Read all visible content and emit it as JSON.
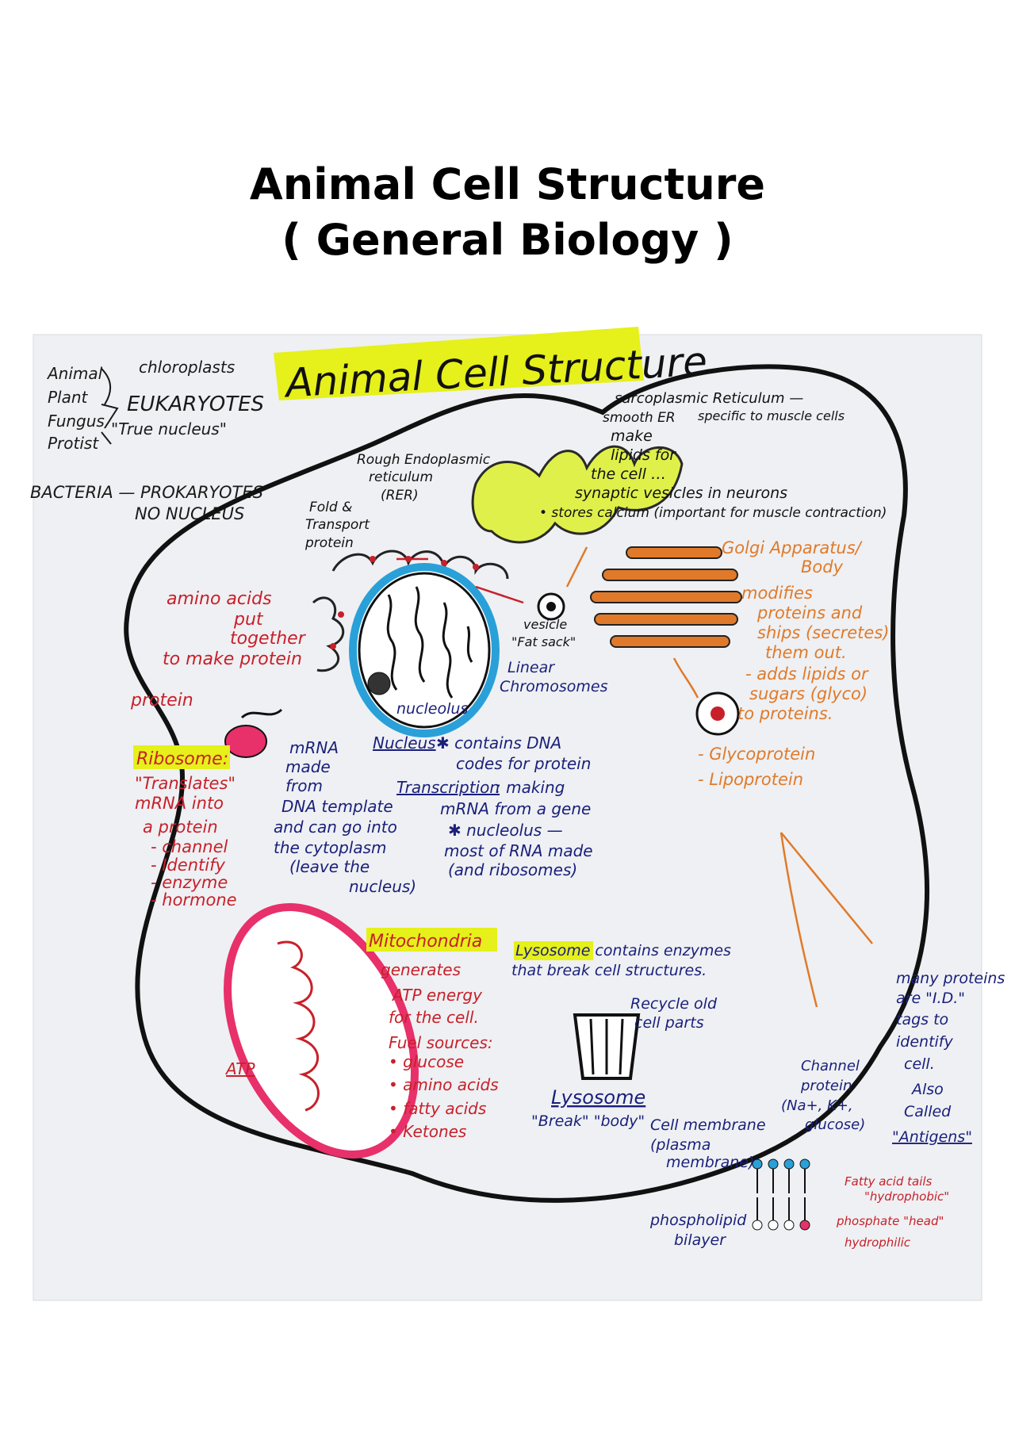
{
  "page": {
    "title_line1": "Animal Cell Structure",
    "title_line2": "( General Biology )"
  },
  "poster": {
    "heading": "Animal Cell Structure",
    "classification": {
      "groups": [
        "Animal",
        "Plant",
        "Fungus",
        "Protist"
      ],
      "chloroplasts": "chloroplasts",
      "eukaryotes": "EUKARYOTES",
      "true_nucleus": "\"True nucleus\"",
      "bacteria": "BACTERIA — PROKARYOTES",
      "no_nucleus": "NO NUCLEUS"
    },
    "labels": {
      "sarcoplasmic": "sarcoplasmic Reticulum —",
      "specific_muscle": "specific to muscle cells",
      "smooth_er": "smooth ER",
      "make_lipids": [
        "make",
        "lipids for",
        "the cell …"
      ],
      "synaptic": "synaptic vesicles in neurons",
      "stores_calcium": "• stores calcium (important for muscle contraction)",
      "rough_er": [
        "Rough Endoplasmic",
        "reticulum",
        "(RER)"
      ],
      "fold_transport": [
        "Fold &",
        "Transport",
        "protein"
      ],
      "golgi": [
        "Golgi Apparatus/",
        "Body"
      ],
      "golgi_modifies": [
        "modifies",
        "proteins and",
        "ships (secretes)",
        "them out.",
        "- adds lipids or",
        "sugars (glyco)",
        "to proteins."
      ],
      "glycoprotein": "- Glycoprotein",
      "lipoprotein": "- Lipoprotein",
      "amino_acids": [
        "amino acids",
        "put",
        "together",
        "to make protein"
      ],
      "protein": "protein",
      "vesicle": [
        "vesicle",
        "\"Fat sack\""
      ],
      "linear_chromosomes": [
        "Linear",
        "Chromosomes"
      ],
      "nucleolus": "nucleolus",
      "ribosome_title": "Ribosome:",
      "ribosome_text": [
        "\"Translates\"",
        "mRNA into",
        "a protein",
        "- channel",
        "- Identify",
        "- enzyme",
        "- hormone"
      ],
      "mrna": [
        "mRNA",
        "made",
        "from",
        "DNA template",
        "and can go into",
        "the cytoplasm",
        "(leave the",
        "nucleus)"
      ],
      "nucleus_title": "Nucleus",
      "nucleus_text": [
        "✱ contains DNA",
        "codes for protein"
      ],
      "transcription_title": "Transcription",
      "transcription_text": [
        ": making",
        "mRNA from a gene",
        "✱ nucleolus —",
        "most of RNA made",
        "(and ribosomes)"
      ],
      "mitochondria_title": "Mitochondria",
      "mitochondria_text": [
        "generates",
        "ATP energy",
        "for the cell.",
        "Fuel sources:",
        "• glucose",
        "• amino acids",
        "• fatty acids",
        "• Ketones"
      ],
      "atp": "ATP",
      "lysosome_top": [
        "Lysosome contains enzymes",
        "that break cell structures."
      ],
      "recycle": [
        "Recycle old",
        "cell parts"
      ],
      "lysosome_title": "Lysosome",
      "lysosome_sub": "\"Break\" \"body\"",
      "cell_membrane": [
        "Cell membrane",
        "(plasma",
        "membrane)"
      ],
      "channel_protein": [
        "Channel",
        "protein",
        "(Na+, K+,",
        "glucose)"
      ],
      "id_tags": [
        "many proteins",
        "are \"I.D.\"",
        "tags to",
        "identify",
        "cell.",
        "Also",
        "Called",
        "\"Antigens\""
      ],
      "phospholipid": [
        "phospholipid",
        "bilayer"
      ],
      "tails": [
        "Fatty acid tails",
        "\"hydrophobic\""
      ],
      "head": [
        "phosphate \"head\"",
        "hydrophilic"
      ]
    },
    "colors": {
      "highlight": "#e6f01a",
      "red": "#c8202a",
      "blue": "#1a1f7a",
      "orange": "#e07a2a",
      "pink": "#e8306a",
      "nucleus_ring": "#2aa0d8",
      "green": "#2a8a55"
    }
  }
}
